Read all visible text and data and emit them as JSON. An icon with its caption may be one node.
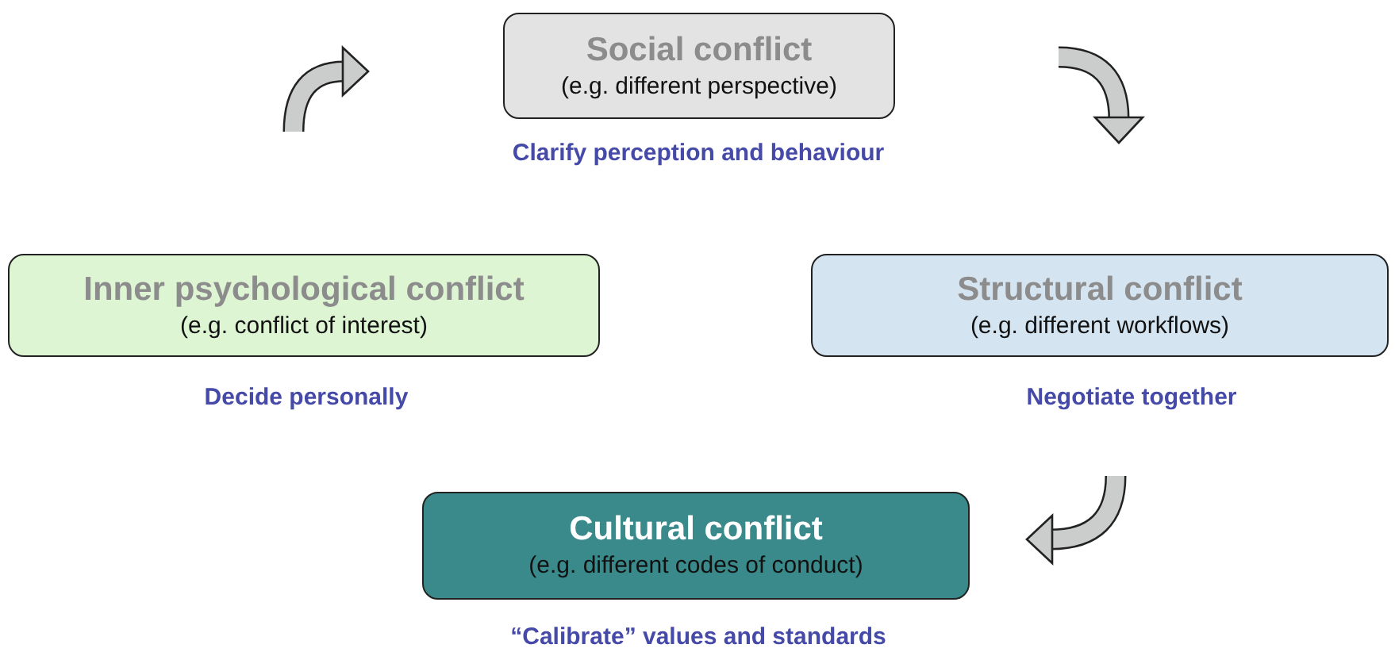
{
  "diagram": {
    "nodes": [
      {
        "text": [
          "Social conflict",
          "(e.g. different perspective)"
        ],
        "beside": [
          "Clarify perception and behaviour"
        ]
      },
      {
        "text": [
          "Inner psychological conflict",
          "(e.g. conflict of interest)"
        ],
        "beside": [
          "Decide personally"
        ]
      },
      {
        "text": [
          "Structural conflict",
          "(e.g. different workflows)"
        ],
        "beside": [
          "Negotiate together"
        ]
      },
      {
        "text": [
          "Cultural conflict",
          "(e.g. different codes of conduct)"
        ],
        "beside": [
          "“Calibrate” values and standards"
        ]
      }
    ]
  }
}
